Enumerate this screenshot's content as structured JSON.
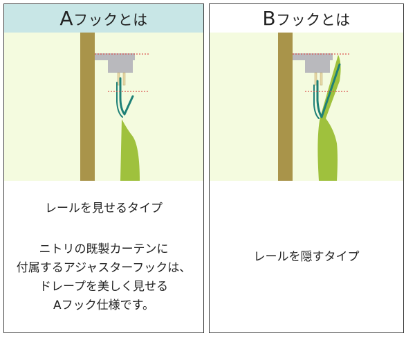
{
  "panel_a": {
    "title_letter": "A",
    "title_rest": "フックとは",
    "caption": "レールを見せるタイプ",
    "description": [
      "ニトリの既製カーテンに",
      "付属するアジャスターフックは、",
      "ドレープを美しく見せる",
      "Aフック仕様です。"
    ]
  },
  "panel_b": {
    "title_letter": "B",
    "title_rest": "フックとは",
    "caption": "レールを隠すタイプ"
  },
  "colors": {
    "header_a": "#c8e6e6",
    "illustration_bg": "#f4fbdf",
    "wall": "#a9944a",
    "rail": "#b9b9bd",
    "curtain": "#9fc13d",
    "hook": "#1e8077",
    "guide_line": "#d9534f"
  }
}
